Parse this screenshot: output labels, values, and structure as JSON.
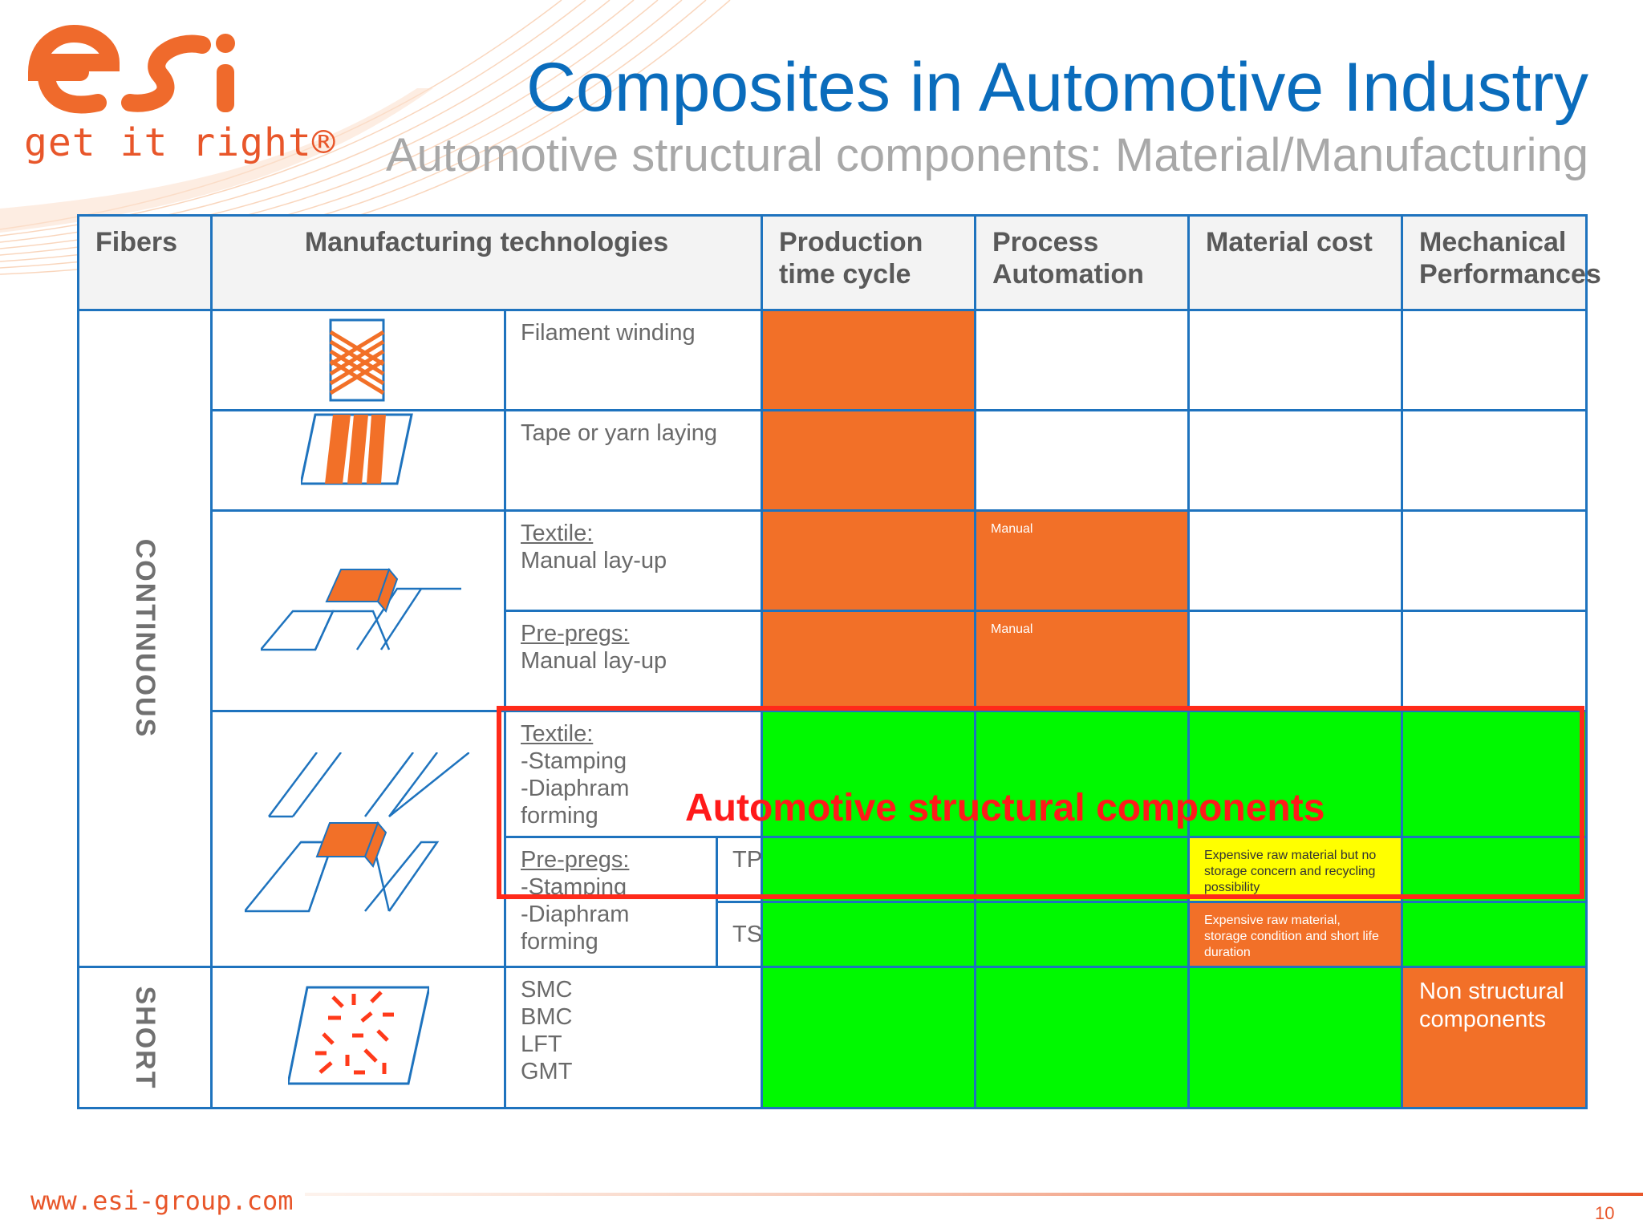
{
  "branding": {
    "tagline": "get it right®",
    "website": "www.esi-group.com",
    "colors": {
      "brand": "#e8562a",
      "title": "#0a6cbc",
      "border": "#1e73be",
      "orange": "#f27028",
      "green": "#00f900",
      "yellow": "#ffff00",
      "highlight": "#ff2a1a"
    }
  },
  "slide": {
    "title": "Composites in Automotive Industry",
    "subtitle": "Automotive structural components: Material/Manufacturing",
    "page_number": "10"
  },
  "table": {
    "headers": {
      "fibers": "Fibers",
      "manufacturing": "Manufacturing technologies",
      "cycle": "Production time cycle",
      "automation": "Process Automation",
      "cost": "Material cost",
      "mechanical": "Mechanical Performances"
    },
    "groups": {
      "continuous": "CONTINUOUS",
      "short": "SHORT"
    },
    "rows": {
      "filament": "Filament winding",
      "tape": "Tape or yarn laying",
      "textile_manual_head": "Textile:",
      "textile_manual_body": "Manual lay-up",
      "prepreg_manual_head": "Pre-pregs:",
      "prepreg_manual_body": "Manual lay-up",
      "textile_stamp_head": "Textile:",
      "textile_stamp_l1": "-Stamping",
      "textile_stamp_l2": "-Diaphram",
      "textile_stamp_l3": "forming",
      "prepreg_stamp_head": "Pre-pregs:",
      "prepreg_stamp_l1": "-Stamping",
      "prepreg_stamp_l2": "-Diaphram",
      "prepreg_stamp_l3": "forming",
      "tp": "TP",
      "ts": "TS",
      "short_l1": "SMC",
      "short_l2": "BMC",
      "short_l3": "LFT",
      "short_l4": "GMT"
    },
    "notes": {
      "manual_1": "Manual",
      "manual_2": "Manual",
      "tp_cost": "Expensive raw material but no storage concern and recycling possibility",
      "ts_cost": "Expensive raw material, storage condition and short life duration",
      "non_structural": "Non structural components"
    }
  },
  "highlight": {
    "label": "Automotive structural components"
  },
  "icons": [
    "esi-logo",
    "filament-winding-icon",
    "tape-laying-icon",
    "manual-layup-icon",
    "stamping-icon",
    "short-fibers-icon"
  ]
}
